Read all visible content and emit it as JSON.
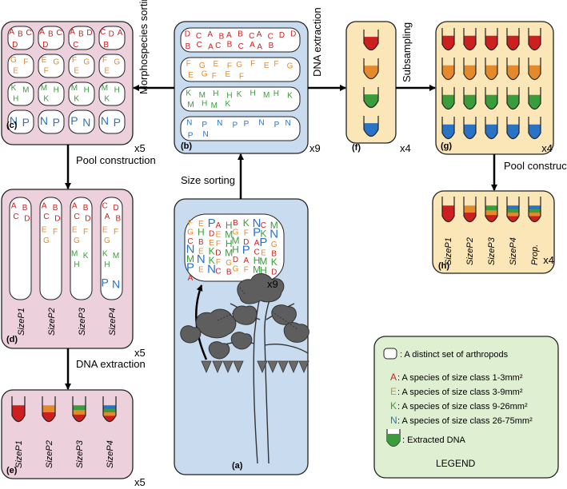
{
  "colors": {
    "red": "#cc1f1f",
    "orange": "#e58a2c",
    "green": "#3a9c3a",
    "blue": "#2a72c4",
    "pink_panel": "#ecd0dc",
    "blue_panel": "#c9dcef",
    "yellow_panel": "#fbe6b8",
    "green_panel": "#dff0d2",
    "tree": "#5e5e5e"
  },
  "labels": {
    "morphospecies_sorting": "Morphospecies sorting",
    "dna_extraction_top": "DNA extraction",
    "subsampling": "Subsampling",
    "pool_construction_left": "Pool construction",
    "pool_construction_right": "Pool construction",
    "dna_extraction_left": "DNA extraction",
    "size_sorting": "Size sorting"
  },
  "panels": {
    "a": {
      "letter": "(a)",
      "mult": "x9"
    },
    "b": {
      "letter": "(b)",
      "mult": "x9"
    },
    "c": {
      "letter": "(c)",
      "mult": "x5"
    },
    "d": {
      "letter": "(d)",
      "mult": "x5"
    },
    "e": {
      "letter": "(e)",
      "mult": "x5"
    },
    "f": {
      "letter": "(f)",
      "mult": "x4"
    },
    "g": {
      "letter": "(g)",
      "mult": "x4"
    },
    "h": {
      "letter": "(h)",
      "mult": "x4"
    }
  },
  "d_columns": [
    "SizeP1",
    "SizeP2",
    "SizeP3",
    "SizeP4"
  ],
  "e_tubes": [
    "SizeP1",
    "SizeP2",
    "SizeP3",
    "SizeP4"
  ],
  "h_tubes": [
    "SizeP1",
    "SizeP2",
    "SizeP3",
    "SizeP4",
    "Prop."
  ],
  "b_rows": {
    "red": "DCABABCACDDBCACBCAAB",
    "orange": "FGEFGFEFGEGFEF",
    "green": "KMHHKHMHKMHMK",
    "blue": "NPNPPNPNPN"
  },
  "c_cells": [
    [
      "ABCD",
      "ABCD",
      "ABDC",
      "CDAB"
    ],
    [
      "GFE",
      "EGF",
      "FGE",
      "FGE"
    ],
    [
      "KMH",
      "MHK",
      "MHK",
      "MHK"
    ],
    [
      "NP",
      "NP",
      "PN",
      "NP"
    ]
  ],
  "d_species": {
    "red": [
      "ABCD",
      "ABCD",
      "ABCD",
      "CDAB"
    ],
    "orange": [
      "",
      "EFG",
      "EFG",
      "EFG"
    ],
    "green": [
      "",
      "",
      "MKH",
      "KMH"
    ],
    "blue": [
      "",
      "",
      "",
      "PN"
    ]
  },
  "a_cloud": "FEPAHBKNCMGHDEMGFPKNCBEFHMDAPGNEKDMHPCEBMNKFGDAHMKPENCBGFMHDA",
  "legend": {
    "title": "LEGEND",
    "box_text": ": A distinct set of arthropods",
    "items": [
      {
        "letter": "A",
        "text": ": A species of size class 1-3mm²"
      },
      {
        "letter": "E",
        "text": ": A species of size class 3-9mm²"
      },
      {
        "letter": "K",
        "text": ": A species of size class 9-26mm²"
      },
      {
        "letter": "N",
        "text": ": A species of size class 26-75mm²"
      }
    ],
    "dna_text": ": Extracted DNA"
  }
}
